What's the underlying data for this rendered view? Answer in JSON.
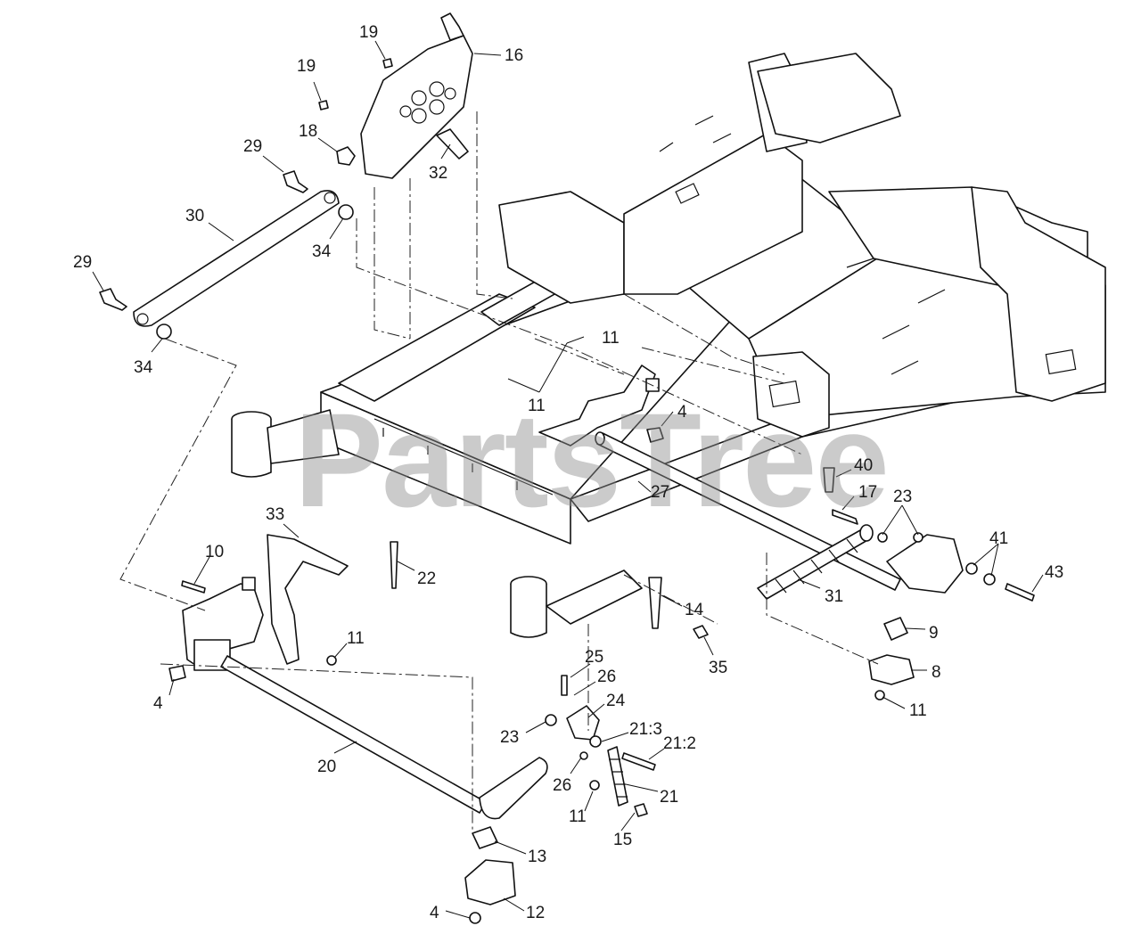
{
  "watermark": "PartsTree",
  "callouts": [
    {
      "id": "c19a",
      "text": "19"
    },
    {
      "id": "c16",
      "text": "16"
    },
    {
      "id": "c19b",
      "text": "19"
    },
    {
      "id": "c18",
      "text": "18"
    },
    {
      "id": "c29a",
      "text": "29"
    },
    {
      "id": "c32",
      "text": "32"
    },
    {
      "id": "c30",
      "text": "30"
    },
    {
      "id": "c34a",
      "text": "34"
    },
    {
      "id": "c29b",
      "text": "29"
    },
    {
      "id": "c34b",
      "text": "34"
    },
    {
      "id": "c11a",
      "text": "11"
    },
    {
      "id": "c11b",
      "text": "11"
    },
    {
      "id": "c4a",
      "text": "4"
    },
    {
      "id": "c40",
      "text": "40"
    },
    {
      "id": "c27",
      "text": "27"
    },
    {
      "id": "c17",
      "text": "17"
    },
    {
      "id": "c23a",
      "text": "23"
    },
    {
      "id": "c41",
      "text": "41"
    },
    {
      "id": "c43",
      "text": "43"
    },
    {
      "id": "c33",
      "text": "33"
    },
    {
      "id": "c10",
      "text": "10"
    },
    {
      "id": "c22",
      "text": "22"
    },
    {
      "id": "c31",
      "text": "31"
    },
    {
      "id": "c14",
      "text": "14"
    },
    {
      "id": "c9",
      "text": "9"
    },
    {
      "id": "c11c",
      "text": "11"
    },
    {
      "id": "c35",
      "text": "35"
    },
    {
      "id": "c8",
      "text": "8"
    },
    {
      "id": "c4b",
      "text": "4"
    },
    {
      "id": "c25",
      "text": "25"
    },
    {
      "id": "c26a",
      "text": "26"
    },
    {
      "id": "c24",
      "text": "24"
    },
    {
      "id": "c11d",
      "text": "11"
    },
    {
      "id": "c23b",
      "text": "23"
    },
    {
      "id": "c213",
      "text": "21:3"
    },
    {
      "id": "c212",
      "text": "21:2"
    },
    {
      "id": "c20",
      "text": "20"
    },
    {
      "id": "c26b",
      "text": "26"
    },
    {
      "id": "c21",
      "text": "21"
    },
    {
      "id": "c11e",
      "text": "11"
    },
    {
      "id": "c15",
      "text": "15"
    },
    {
      "id": "c13",
      "text": "13"
    },
    {
      "id": "c12",
      "text": "12"
    },
    {
      "id": "c4c",
      "text": "4"
    }
  ]
}
